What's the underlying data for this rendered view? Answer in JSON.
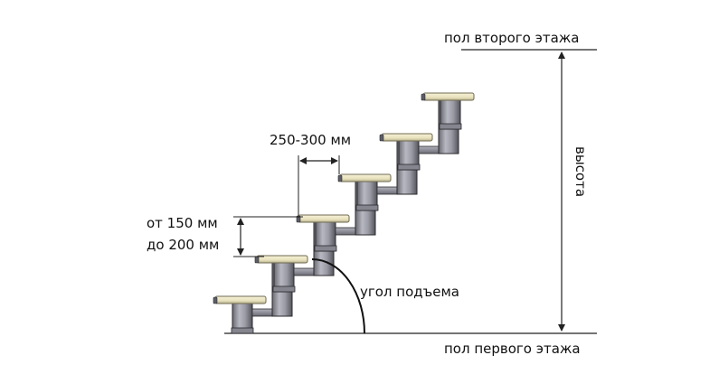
{
  "labels": {
    "top_floor": "пол второго этажа",
    "bottom_floor": "пол первого этажа",
    "height": "высота",
    "depth": "250-300 мм",
    "rise_line1": "от  150 мм",
    "rise_line2": "до 200 мм",
    "angle": "угол подъема"
  },
  "colors": {
    "tread_fill": "#efe9c8",
    "tread_edge": "#6f6a52",
    "metal_light": "#a9a9b3",
    "metal_mid": "#85858f",
    "metal_dark": "#5d5d66",
    "outline": "#2a2a2e",
    "line": "#222222"
  },
  "stair": {
    "step_count": 6
  }
}
